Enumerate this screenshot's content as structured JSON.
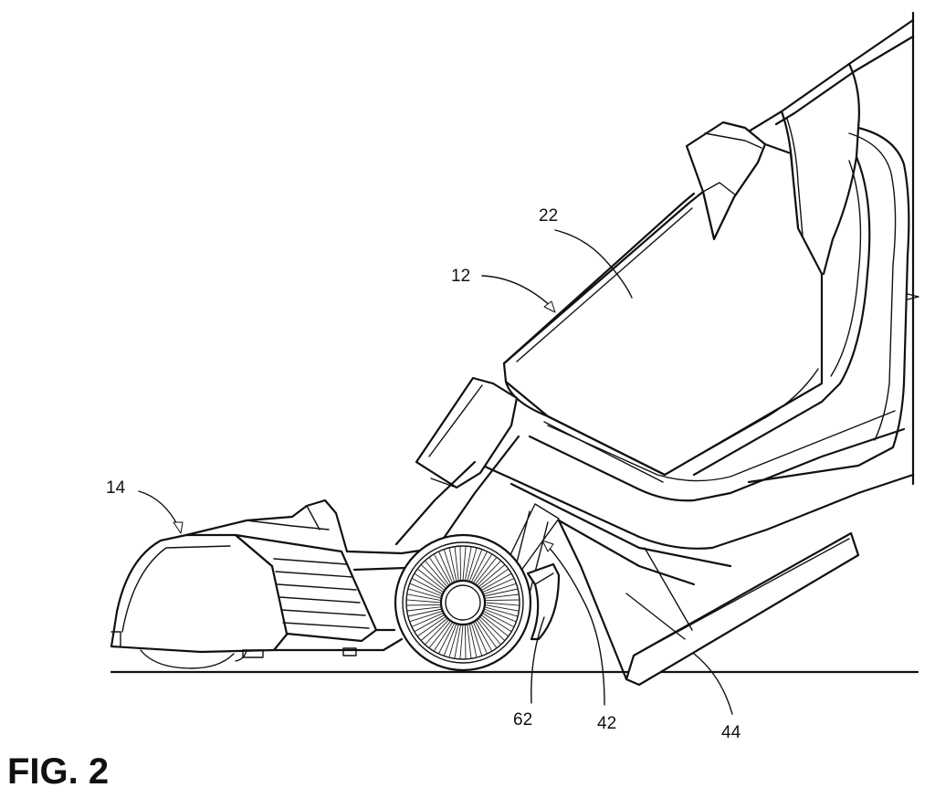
{
  "figure": {
    "caption": "FIG. 2"
  },
  "reference_numerals": {
    "upright_body": "12",
    "cleaning_head": "14",
    "upper_housing": "22",
    "wheel_mount": "42",
    "lower_housing": "44",
    "wheel_guard": "62"
  }
}
